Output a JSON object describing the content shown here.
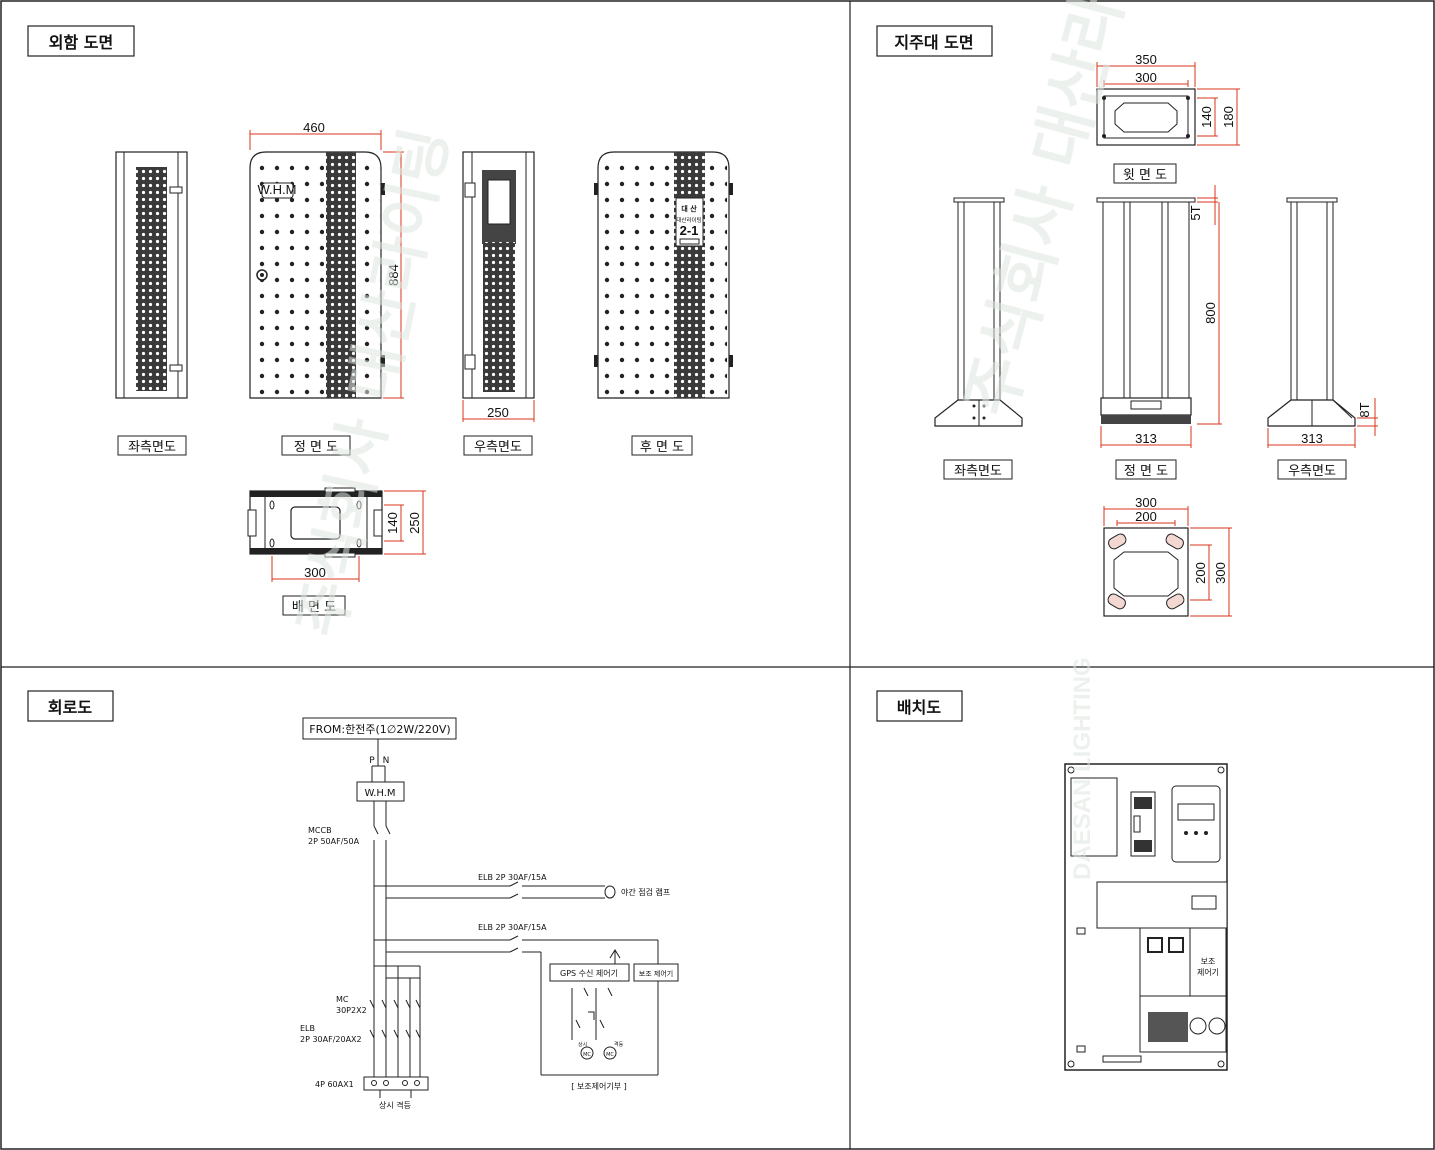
{
  "sections": {
    "exterior": "외함 도면",
    "support": "지주대 도면",
    "circuit": "회로도",
    "layout": "배치도"
  },
  "exterior": {
    "views": {
      "left": "좌측면도",
      "front": "정 면 도",
      "right": "우측면도",
      "rear": "후 면 도",
      "bottom": "배 면 도"
    },
    "dims": {
      "width": "460",
      "height": "884",
      "depth": "250",
      "bottom_width": "300",
      "bottom_inner": "140",
      "bottom_depth": "250"
    },
    "whm_badge": "W.H.M",
    "rear_plate": {
      "logo": "대 산",
      "company": "대산라이팅",
      "number": "2-1"
    }
  },
  "support": {
    "views": {
      "top": "윗 면 도",
      "left": "좌측면도",
      "front": "정 면 도",
      "right": "우측면도"
    },
    "dims": {
      "top_outer_w": "350",
      "top_inner_w": "300",
      "top_inner_h": "140",
      "top_outer_h": "180",
      "thickness_top": "5T",
      "height": "800",
      "base_front": "313",
      "base_right": "313",
      "thickness_base": "8T",
      "base_outer_w": "300",
      "base_inner_w": "200",
      "base_inner_h": "200",
      "base_outer_h": "300"
    }
  },
  "circuit": {
    "source": "FROM:한전주(1∅2W/220V)",
    "p": "P",
    "n": "N",
    "whm": "W.H.M",
    "mccb_name": "MCCB",
    "mccb_spec": "2P 50AF/50A",
    "elb1": "ELB 2P 30AF/15A",
    "lamp": "야간 점검 램프",
    "elb2": "ELB 2P 30AF/15A",
    "gps": "GPS 수신 제어기",
    "aux": "보조 제어기",
    "mc_name": "MC",
    "mc_spec": "30P2X2",
    "elb3_name": "ELB",
    "elb3_spec": "2P 30AF/20AX2",
    "terminal": "4P 60AX1",
    "out_labels": "상시  격등",
    "aux_section": "[ 보조제어기부 ]",
    "mc_small_1": "상시",
    "mc_small_2": "격등",
    "mc_coil": "MC"
  },
  "layout": {
    "aux_label": "보조\n제어기"
  },
  "watermark": {
    "brand_en": "DAESAN LIGHTING",
    "brand_ko": "주식회사 대산라이팅"
  }
}
